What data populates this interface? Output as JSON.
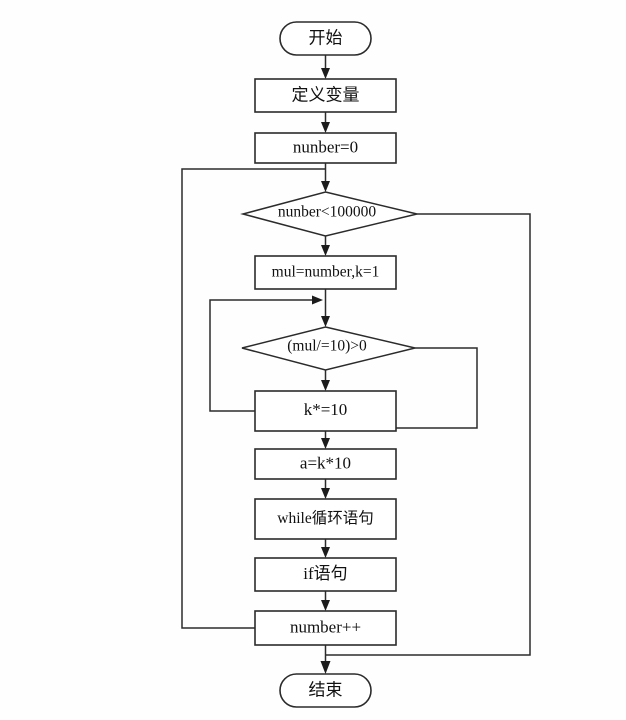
{
  "chart_data": {
    "type": "diagram",
    "diagram_kind": "flowchart",
    "title": "",
    "orientation": "top-to-bottom",
    "language": "zh-CN",
    "nodes": [
      {
        "id": "start",
        "shape": "terminator",
        "label": "开始"
      },
      {
        "id": "declare",
        "shape": "process",
        "label": "定义变量"
      },
      {
        "id": "init",
        "shape": "process",
        "label": "nunber=0"
      },
      {
        "id": "cond_outer",
        "shape": "decision",
        "label": "nunber<100000"
      },
      {
        "id": "mulinit",
        "shape": "process",
        "label": "mul=number,k=1"
      },
      {
        "id": "cond_inner",
        "shape": "decision",
        "label": "(mul/=10)>0"
      },
      {
        "id": "ktimes",
        "shape": "process",
        "label": "k*=10"
      },
      {
        "id": "assign_a",
        "shape": "process",
        "label": "a=k*10"
      },
      {
        "id": "whilestmt",
        "shape": "process",
        "label": "while循环语句"
      },
      {
        "id": "ifstmt",
        "shape": "process",
        "label": "if语句"
      },
      {
        "id": "increment",
        "shape": "process",
        "label": "number++"
      },
      {
        "id": "end",
        "shape": "terminator",
        "label": "结束"
      }
    ],
    "edges": [
      {
        "from": "start",
        "to": "declare",
        "label": ""
      },
      {
        "from": "declare",
        "to": "init",
        "label": ""
      },
      {
        "from": "init",
        "to": "cond_outer",
        "label": ""
      },
      {
        "from": "cond_outer",
        "to": "mulinit",
        "label": ""
      },
      {
        "from": "cond_outer",
        "to": "end",
        "label": ""
      },
      {
        "from": "mulinit",
        "to": "cond_inner",
        "label": ""
      },
      {
        "from": "cond_inner",
        "to": "ktimes",
        "label": ""
      },
      {
        "from": "cond_inner",
        "to": "assign_a",
        "label": ""
      },
      {
        "from": "ktimes",
        "to": "cond_inner",
        "label": ""
      },
      {
        "from": "ktimes",
        "to": "assign_a",
        "label": ""
      },
      {
        "from": "assign_a",
        "to": "whilestmt",
        "label": ""
      },
      {
        "from": "whilestmt",
        "to": "ifstmt",
        "label": ""
      },
      {
        "from": "ifstmt",
        "to": "increment",
        "label": ""
      },
      {
        "from": "increment",
        "to": "cond_outer",
        "label": ""
      }
    ],
    "colors": {
      "stroke": "#2b2b2b",
      "fill": "#ffffff",
      "text": "#111111",
      "background": "#fefefe"
    }
  }
}
